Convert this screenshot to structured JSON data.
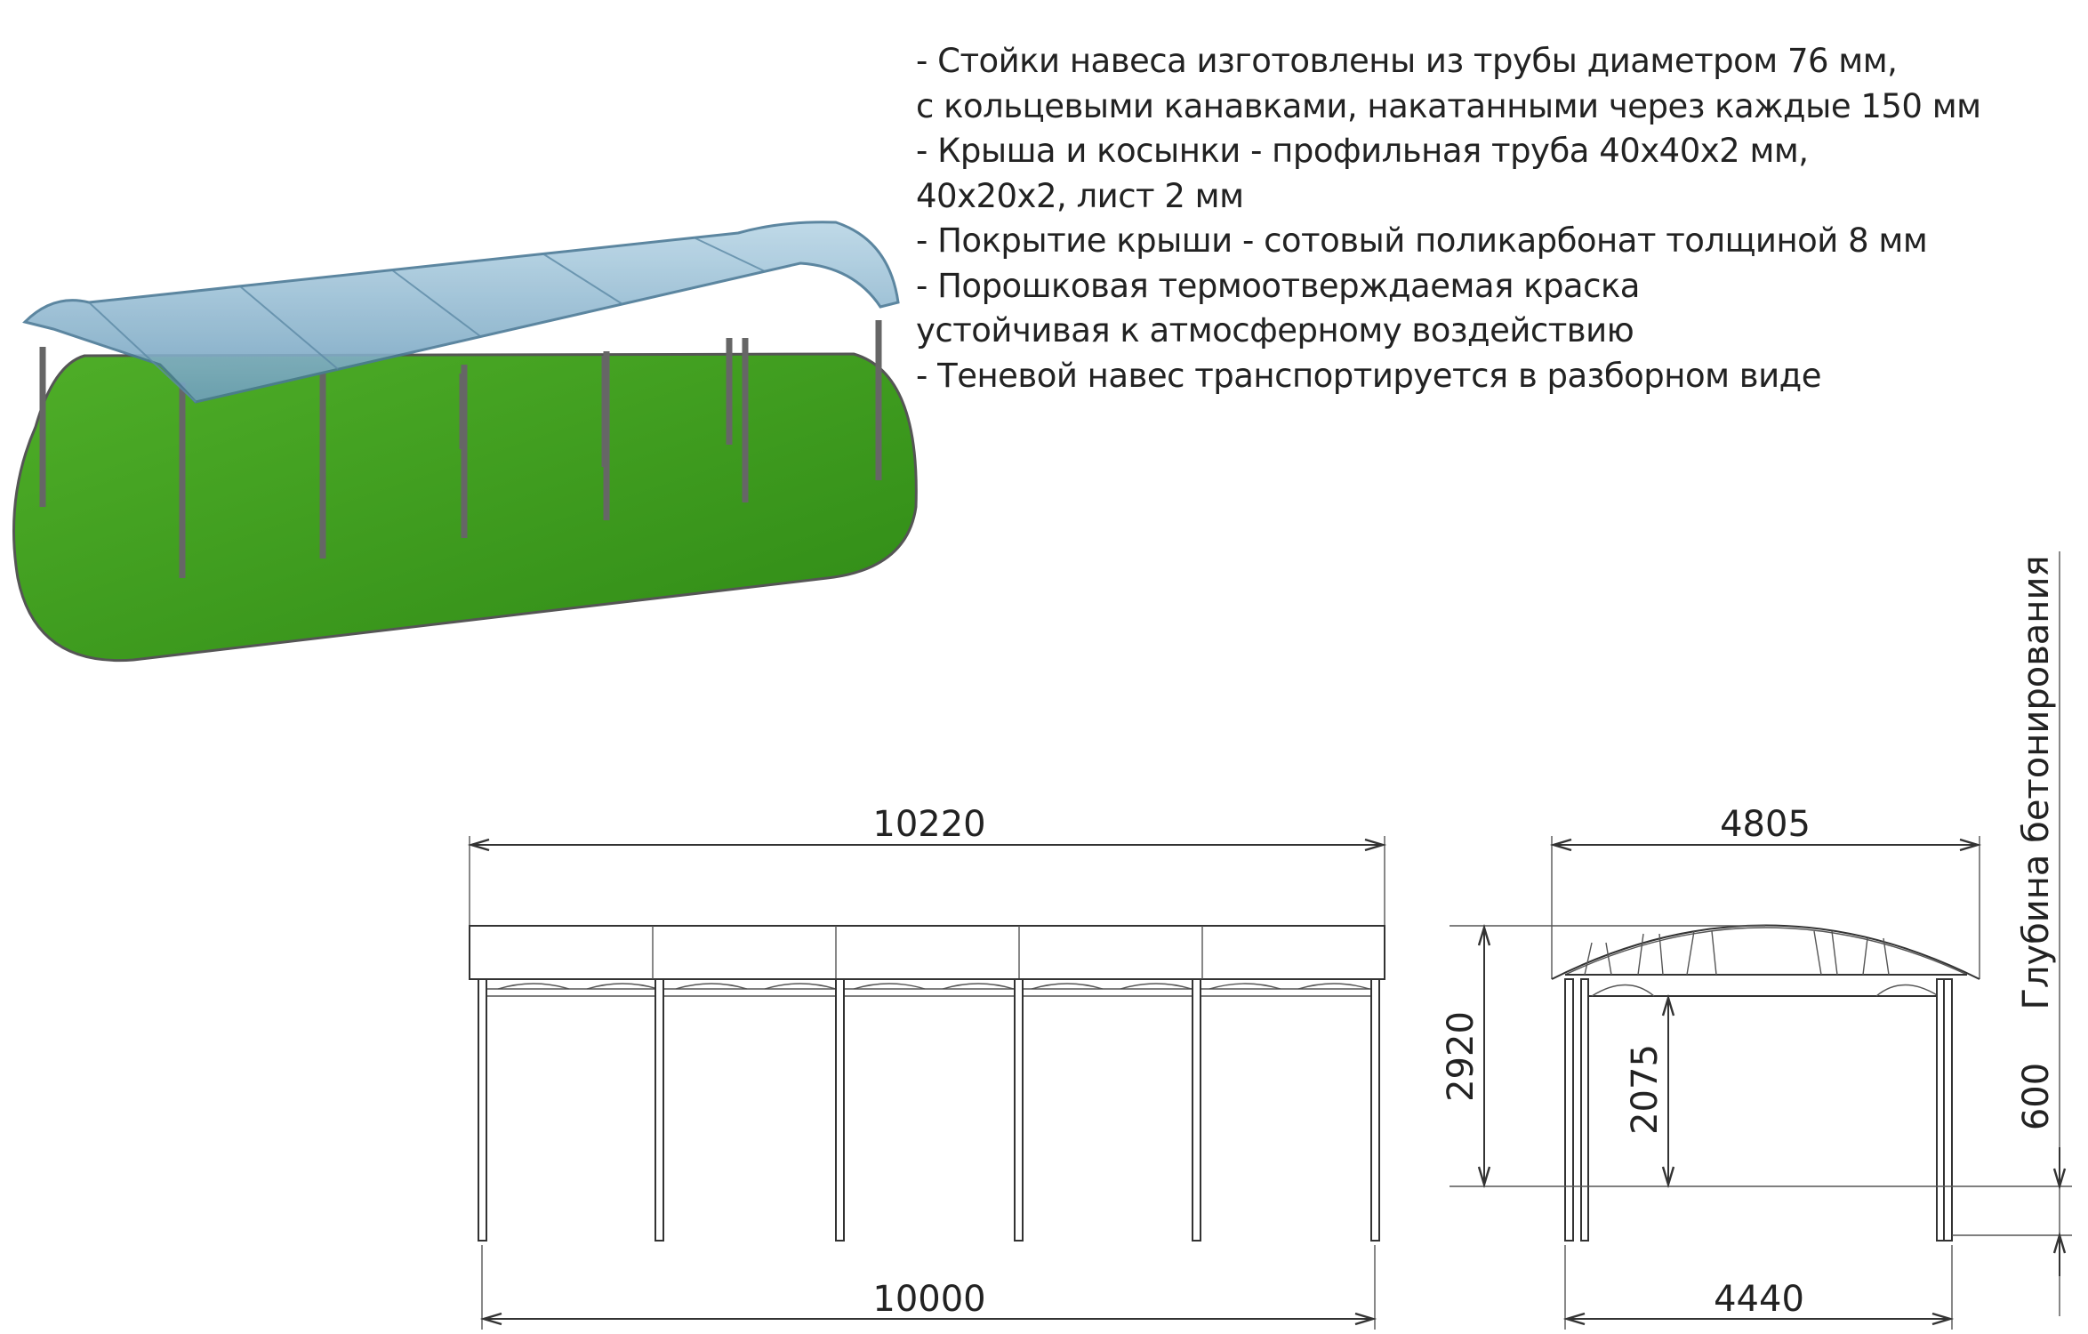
{
  "specs": [
    "- Стойки навеса изготовлены из трубы диаметром 76 мм,",
    "с кольцевыми канавками, накатанными через каждые 150 мм",
    "- Крыша и косынки - профильная труба 40х40х2 мм,",
    "40х20х2, лист 2 мм",
    "- Покрытие крыши - сотовый поликарбонат толщиной 8 мм",
    "- Порошковая термоотверждаемая краска",
    "устойчивая к атмосферному воздействию",
    "- Теневой навес транспортируется в разборном виде"
  ],
  "front_view": {
    "roof_length": "10220",
    "post_span": "10000"
  },
  "side_view": {
    "roof_width": "4805",
    "post_width": "4440",
    "total_height": "2920",
    "clear_height": "2075",
    "concrete_depth": "600",
    "concrete_depth_label": "Глубина бетонирования"
  },
  "colors": {
    "lawn": "#3f9a1e",
    "roof": "#8fb8d0",
    "line": "#333333"
  }
}
